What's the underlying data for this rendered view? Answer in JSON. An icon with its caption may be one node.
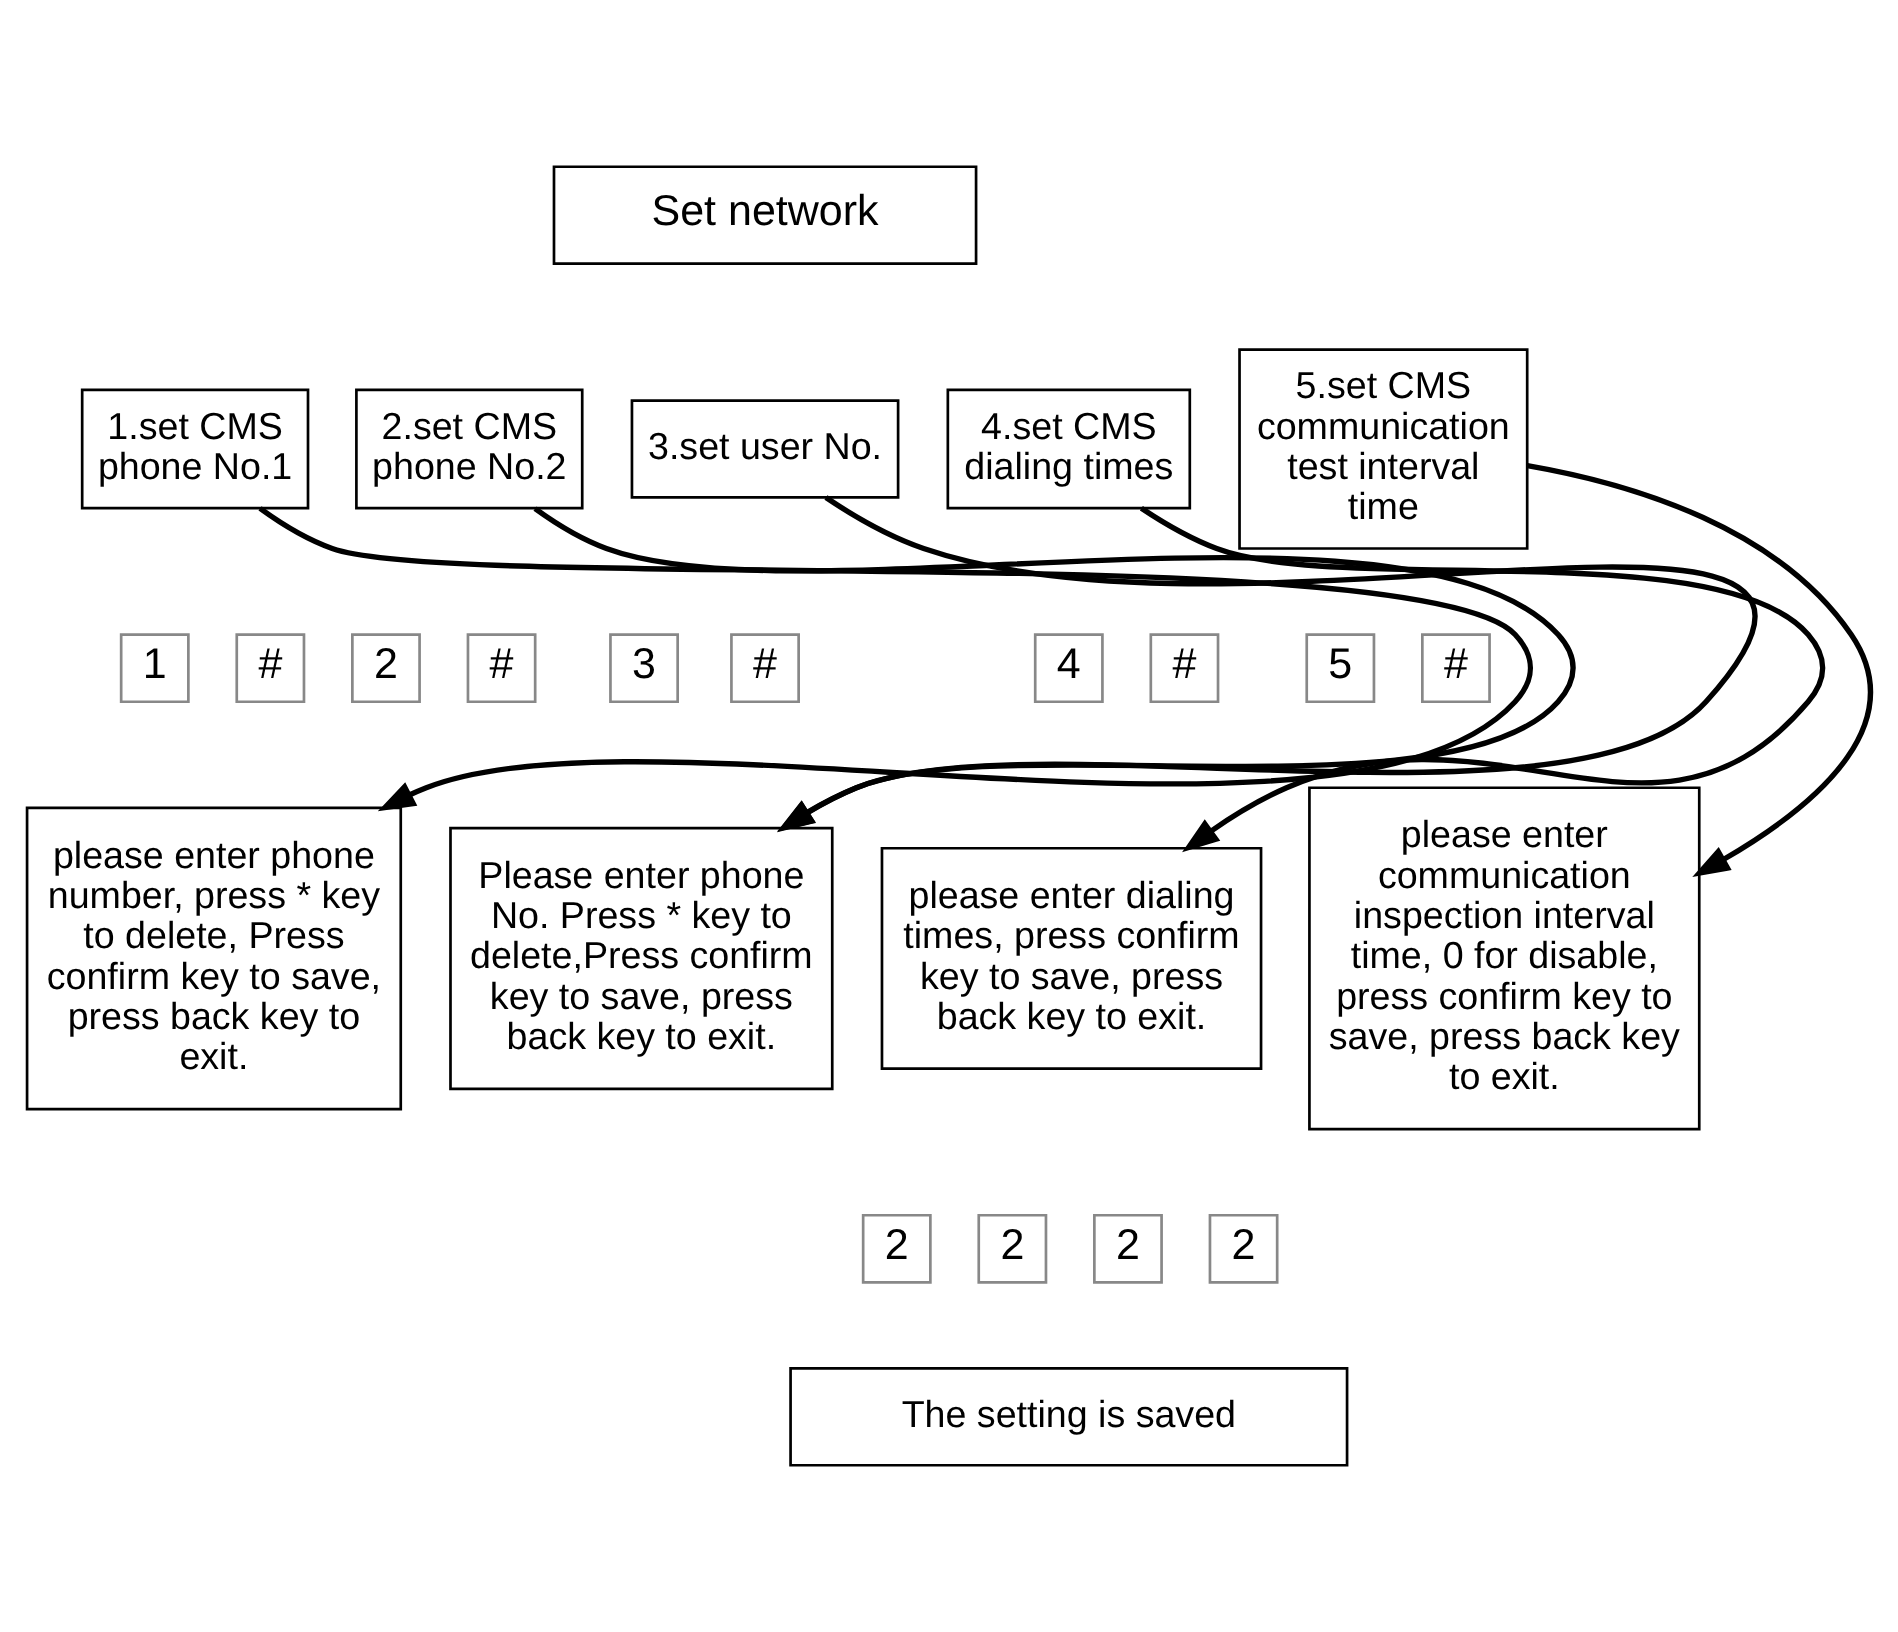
{
  "diagram": {
    "nodes": [
      {
        "text": [
          "Set network"
        ]
      },
      {
        "text": [
          "1.set CMS phone No.1"
        ]
      },
      {
        "text": [
          "2.set CMS phone No.2"
        ]
      },
      {
        "text": [
          "3.set user No."
        ]
      },
      {
        "text": [
          "4.set CMS dialing times"
        ]
      },
      {
        "text": [
          "5.set CMS communication test interval time"
        ]
      },
      {
        "text": [
          "1"
        ]
      },
      {
        "text": [
          "#"
        ]
      },
      {
        "text": [
          "2"
        ]
      },
      {
        "text": [
          "#"
        ]
      },
      {
        "text": [
          "3"
        ]
      },
      {
        "text": [
          "#"
        ]
      },
      {
        "text": [
          "4"
        ]
      },
      {
        "text": [
          "#"
        ]
      },
      {
        "text": [
          "5"
        ]
      },
      {
        "text": [
          "#"
        ]
      },
      {
        "text": [
          "please enter phone number, press * key to delete, Press confirm key to save, press back key to exit."
        ]
      },
      {
        "text": [
          "Please enter phone No. Press * key to delete,Press confirm key to save, press back key to exit."
        ]
      },
      {
        "text": [
          "please enter dialing times, press confirm key to save, press back key to exit."
        ]
      },
      {
        "text": [
          "please enter communication inspection interval time, 0 for disable, press confirm key to save, press back key to exit."
        ]
      },
      {
        "text": [
          "2"
        ]
      },
      {
        "text": [
          "2"
        ]
      },
      {
        "text": [
          "2"
        ]
      },
      {
        "text": [
          "2"
        ]
      },
      {
        "text": [
          "The setting is saved"
        ]
      }
    ],
    "edges": [
      {
        "from": 1,
        "to": 16,
        "arrow": "to"
      },
      {
        "from": 2,
        "to": 17,
        "arrow": "to"
      },
      {
        "from": 3,
        "to": 17,
        "arrow": "to"
      },
      {
        "from": 4,
        "to": 18,
        "arrow": "to"
      },
      {
        "from": 5,
        "to": 19,
        "arrow": "to"
      }
    ]
  }
}
